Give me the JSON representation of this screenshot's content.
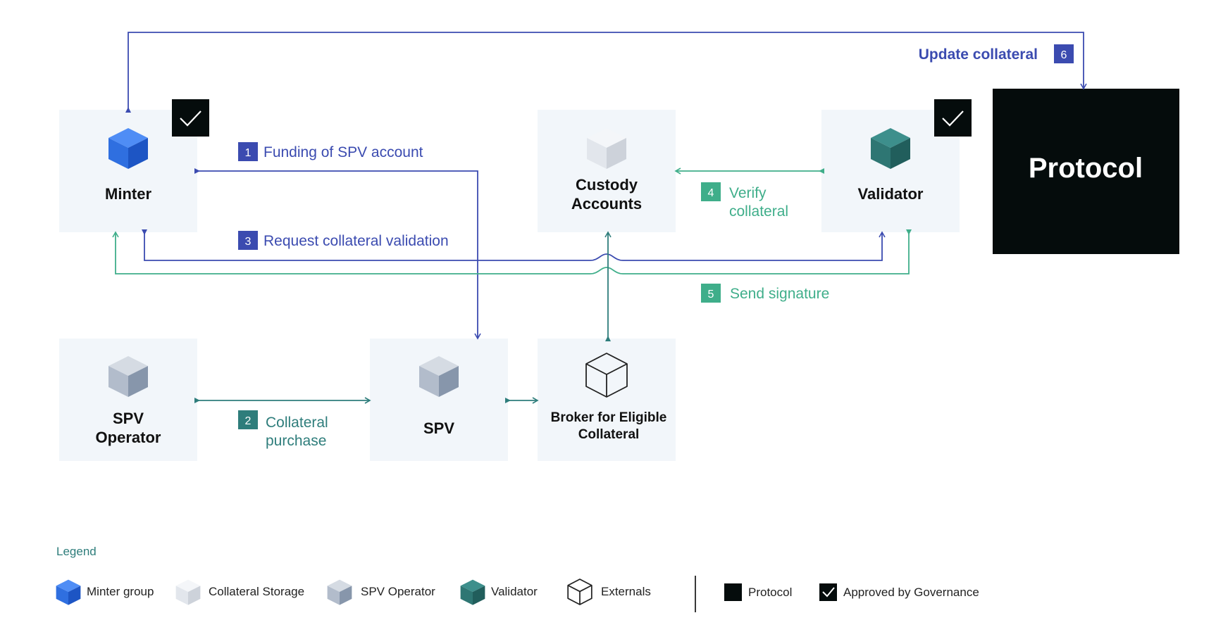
{
  "colors": {
    "blue": "#3b4bb0",
    "teal": "#2e7d7b",
    "green": "#3fae8a",
    "box": "#f2f6fa",
    "black": "#050c0c"
  },
  "nodes": {
    "minter": "Minter",
    "custody_line1": "Custody",
    "custody_line2": "Accounts",
    "validator": "Validator",
    "protocol": "Protocol",
    "spv_operator_line1": "SPV",
    "spv_operator_line2": "Operator",
    "spv": "SPV",
    "broker_line1": "Broker for Eligible",
    "broker_line2": "Collateral"
  },
  "steps": {
    "s1": {
      "num": "1",
      "label": "Funding of SPV account"
    },
    "s2": {
      "num": "2",
      "line1": "Collateral",
      "line2": "purchase"
    },
    "s3": {
      "num": "3",
      "label": "Request collateral validation"
    },
    "s4": {
      "num": "4",
      "line1": "Verify",
      "line2": "collateral"
    },
    "s5": {
      "num": "5",
      "label": "Send signature"
    },
    "s6": {
      "num": "6",
      "label": "Update collateral"
    }
  },
  "legend": {
    "title": "Legend",
    "items": [
      {
        "icon": "blue-cube-icon",
        "label": "Minter group"
      },
      {
        "icon": "white-cube-icon",
        "label": "Collateral Storage"
      },
      {
        "icon": "gray-cube-icon",
        "label": "SPV Operator"
      },
      {
        "icon": "teal-cube-icon",
        "label": "Validator"
      },
      {
        "icon": "outline-cube-icon",
        "label": "Externals"
      },
      {
        "icon": "black-square-icon",
        "label": "Protocol"
      },
      {
        "icon": "check-square-icon",
        "label": "Approved by Governance"
      }
    ]
  }
}
